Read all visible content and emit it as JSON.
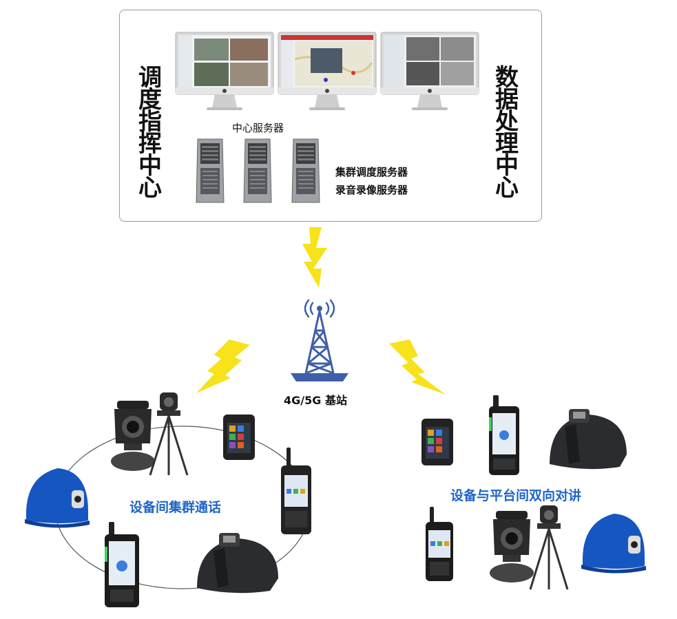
{
  "command_center": {
    "left_title": "调度指挥中心",
    "right_title": "数据处理中心",
    "central_server_label": "中心服务器",
    "server_lines": [
      "集群调度服务器",
      "录音录像服务器"
    ]
  },
  "tower": {
    "label": "4G/5G 基站"
  },
  "groups": {
    "left_label": "设备间集群通话",
    "right_label": "设备与平台间双向对讲"
  },
  "colors": {
    "lightning": "#f7e21b",
    "tower": "#3e5fa8",
    "helmet_blue": "#1656c0",
    "label_blue": "#1f64c8"
  }
}
